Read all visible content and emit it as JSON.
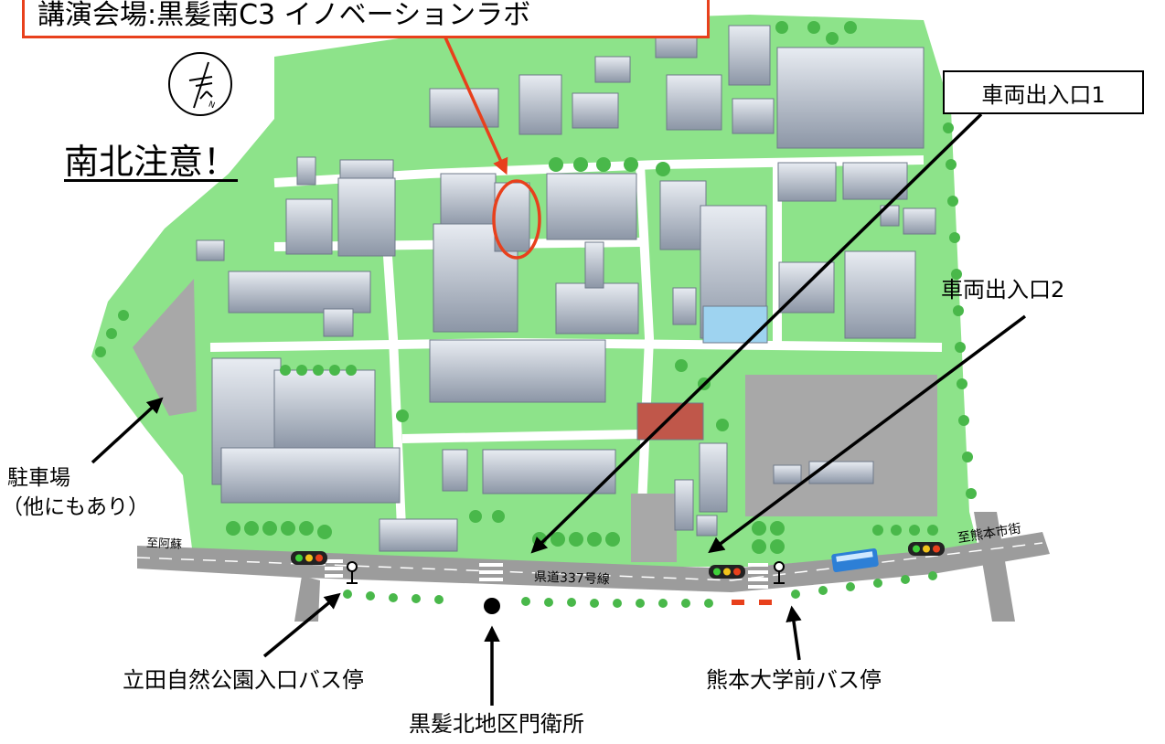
{
  "title_banner": {
    "text": "講演会場:黒髪南C3 イノベーションラボ"
  },
  "compass": {
    "glyph": "N"
  },
  "warning": {
    "text": "南北注意！"
  },
  "entrances": {
    "gate1": "車両出入口1",
    "gate2": "車両出入口2"
  },
  "parking": {
    "line1": "駐車場",
    "line2": "（他にもあり）"
  },
  "roads": {
    "to_aso": "至阿蘇",
    "route": "県道337号線",
    "to_city": "至熊本市街"
  },
  "bus_stops": {
    "tatsuda": "立田自然公園入口バス停",
    "kumadai": "熊本大学前バス停"
  },
  "guard_post": {
    "text": "黒髪北地区門衛所"
  },
  "colors": {
    "lawn": "#8de38a",
    "road": "#9c9c9c",
    "highlight": "#e8401c",
    "building": "#a9b3c0"
  }
}
